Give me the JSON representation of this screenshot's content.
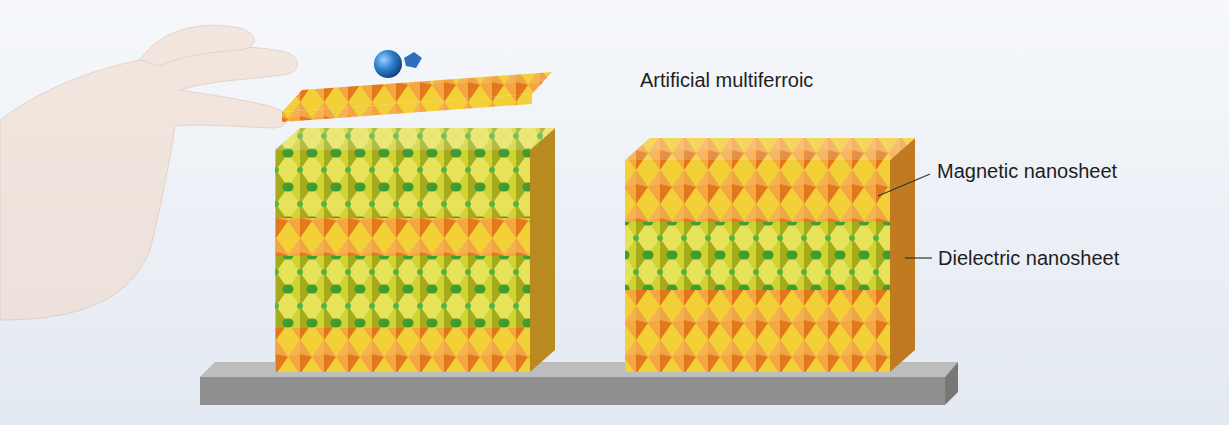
{
  "diagram": {
    "labels": [
      "Artificial multiferroic",
      "Magnetic nanosheet",
      "Dielectric nanosheet"
    ]
  }
}
